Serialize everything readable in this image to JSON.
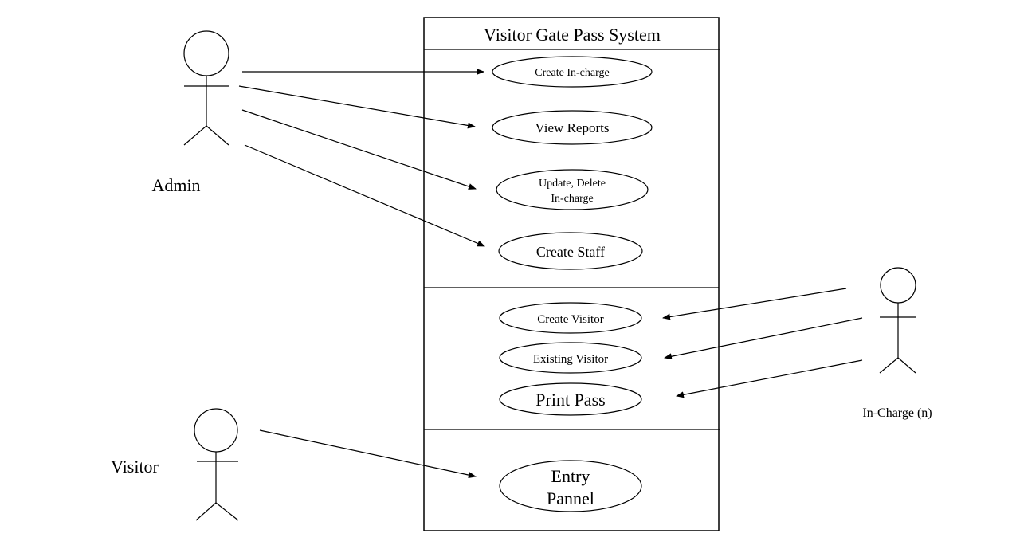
{
  "system": {
    "title": "Visitor Gate Pass System"
  },
  "actors": {
    "admin": "Admin",
    "visitor": "Visitor",
    "incharge": "In-Charge (n)"
  },
  "use_cases": {
    "create_incharge": "Create In-charge",
    "view_reports": "View Reports",
    "update_delete_incharge_line1": "Update, Delete",
    "update_delete_incharge_line2": "In-charge",
    "create_staff": "Create Staff",
    "create_visitor": "Create Visitor",
    "existing_visitor": "Existing Visitor",
    "print_pass": "Print Pass",
    "entry_pannel_line1": "Entry",
    "entry_pannel_line2": "Pannel"
  }
}
